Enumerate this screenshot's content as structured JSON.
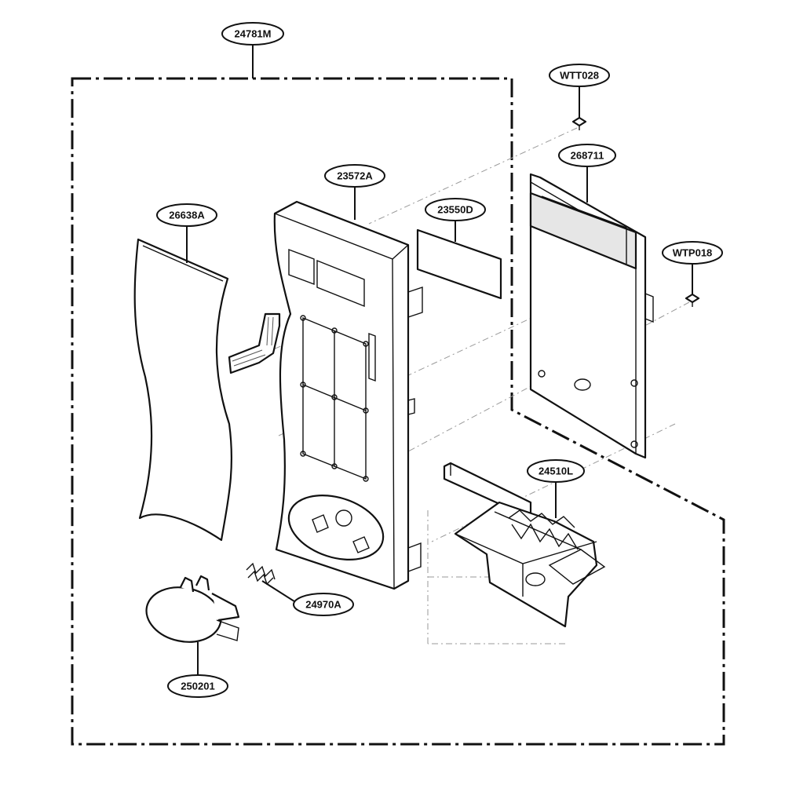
{
  "diagram": {
    "assembly_label": "24781M",
    "parts": [
      {
        "id": "p-26638A",
        "label": "26638A"
      },
      {
        "id": "p-23572A",
        "label": "23572A"
      },
      {
        "id": "p-23550D",
        "label": "23550D"
      },
      {
        "id": "p-268711",
        "label": "268711"
      },
      {
        "id": "p-WTT028",
        "label": "WTT028"
      },
      {
        "id": "p-WTP018",
        "label": "WTP018"
      },
      {
        "id": "p-24510L",
        "label": "24510L"
      },
      {
        "id": "p-24970A",
        "label": "24970A"
      },
      {
        "id": "p-250201",
        "label": "250201"
      }
    ],
    "colors": {
      "line": "#111111",
      "background": "#ffffff",
      "projection": "#9a9a9a"
    }
  }
}
